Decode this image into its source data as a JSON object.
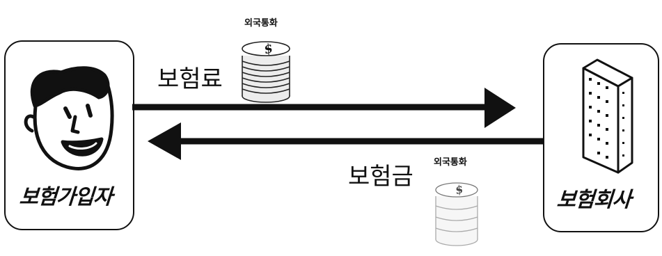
{
  "diagram": {
    "policyholder_label": "보험가입자",
    "insurer_label": "보험회사",
    "premium_label": "보험료",
    "claim_label": "보험금",
    "premium_currency_label": "외국통화",
    "claim_currency_label": "외국통화",
    "coin_mark_top": "$",
    "coin_mark_bottom": "$"
  },
  "colors": {
    "stroke": "#111111",
    "coin_fill": "#ececec",
    "coin_fill_faint": "#f6f6f6"
  },
  "icons": {
    "policyholder": "man-face-icon",
    "insurer": "office-building-icon",
    "premium_money": "coin-stack-icon",
    "claim_money": "coin-stack-icon"
  }
}
